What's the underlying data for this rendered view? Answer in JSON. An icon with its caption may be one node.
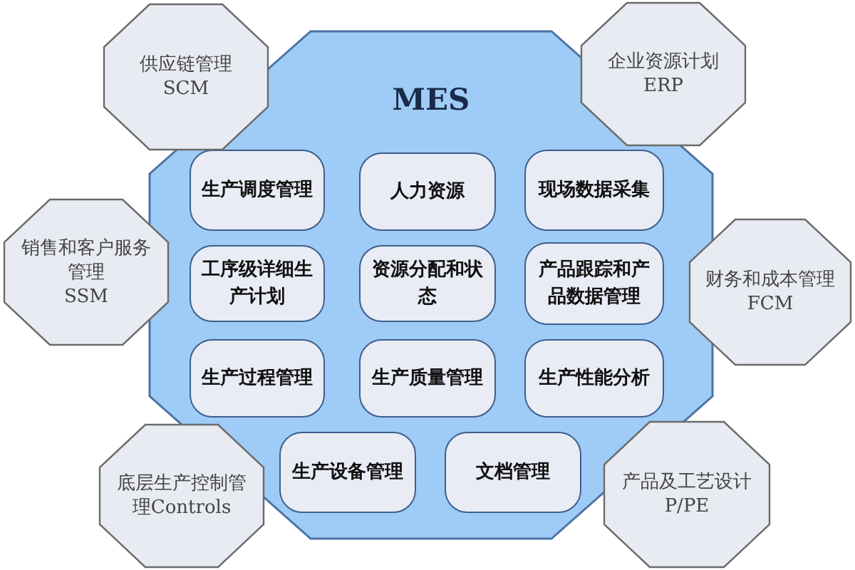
{
  "diagram": {
    "nodes": [
      {
        "text": [
          "MES"
        ]
      },
      {
        "text": [
          "生产调度管理"
        ],
        "in": 0
      },
      {
        "text": [
          "人力资源"
        ],
        "in": 0
      },
      {
        "text": [
          "现场数据采集"
        ],
        "in": 0
      },
      {
        "text": [
          "工序级详细生产计划"
        ],
        "in": 0
      },
      {
        "text": [
          "资源分配和状态"
        ],
        "in": 0
      },
      {
        "text": [
          "产品跟踪和产品数据管理"
        ],
        "in": 0
      },
      {
        "text": [
          "生产过程管理"
        ],
        "in": 0
      },
      {
        "text": [
          "生产质量管理"
        ],
        "in": 0
      },
      {
        "text": [
          "生产性能分析"
        ],
        "in": 0
      },
      {
        "text": [
          "生产设备管理"
        ],
        "in": 0
      },
      {
        "text": [
          "文档管理"
        ],
        "in": 0
      },
      {
        "text": [
          "供应链管理",
          "SCM"
        ]
      },
      {
        "text": [
          "企业资源计划",
          "ERP"
        ]
      },
      {
        "text": [
          "销售和客户服务管理",
          "SSM"
        ]
      },
      {
        "text": [
          "财务和成本管理",
          "FCM"
        ]
      },
      {
        "text": [
          "底层生产控制管理Controls"
        ]
      },
      {
        "text": [
          "产品及工艺设计",
          "P/PE"
        ]
      }
    ]
  }
}
